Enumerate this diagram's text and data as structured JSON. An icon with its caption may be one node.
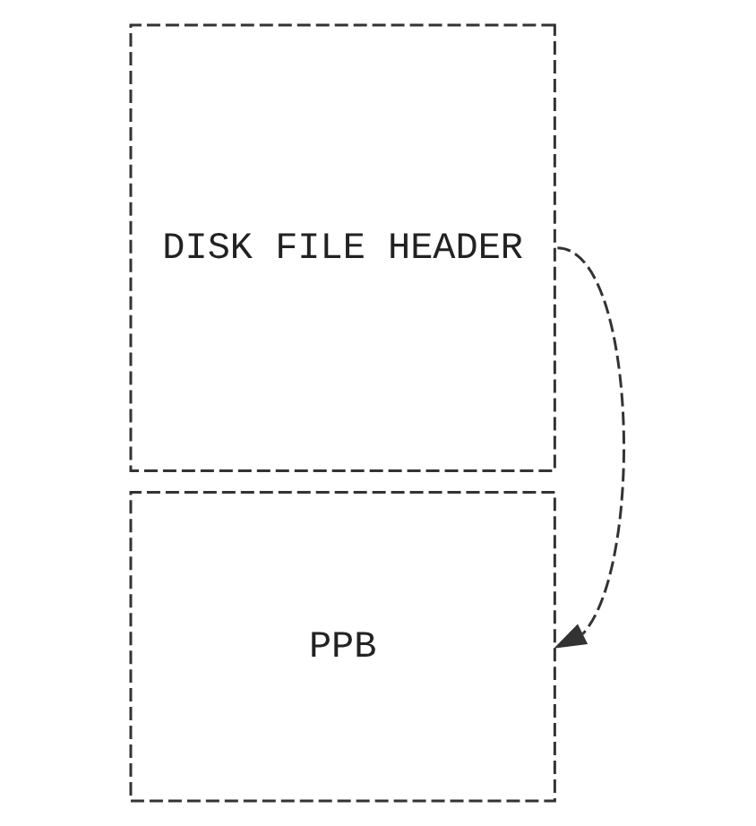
{
  "diagram": {
    "nodes": [
      {
        "text": [
          "DISK FILE HEADER"
        ]
      },
      {
        "text": [
          "PPB"
        ]
      }
    ],
    "edges": [
      {
        "from": 0,
        "to": 1,
        "arrow": "to",
        "style": "dashed"
      }
    ]
  }
}
